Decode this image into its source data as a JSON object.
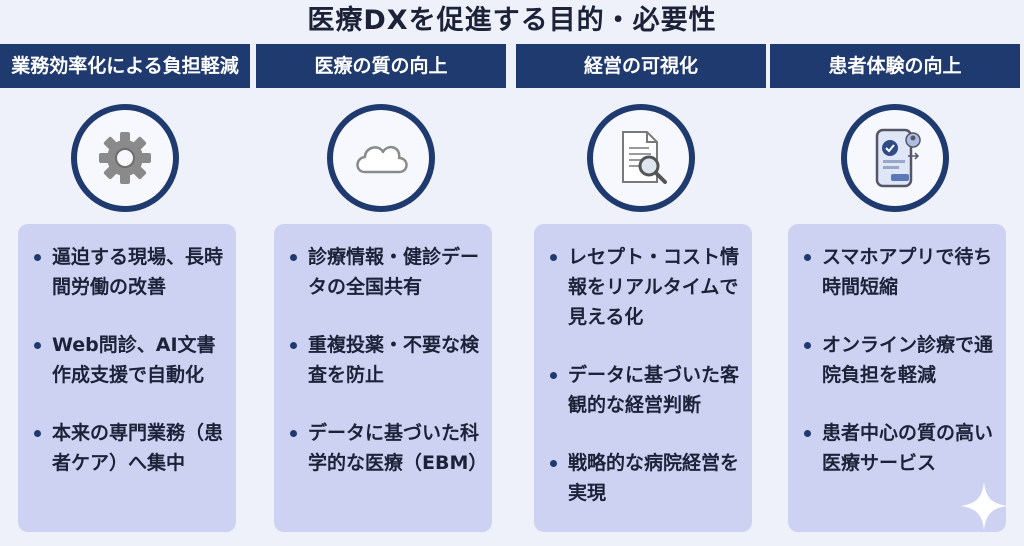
{
  "title": "医療DXを促進する目的・必要性",
  "columns": [
    {
      "header": "業務効率化による負担軽減",
      "icon": "gear-icon",
      "bullets": [
        "逼迫する現場、長時間労働の改善",
        "Web問診、AI文書作成支援で自動化",
        "本来の専門業務（患者ケア）へ集中"
      ]
    },
    {
      "header": "医療の質の向上",
      "icon": "cloud-icon",
      "bullets": [
        "診療情報・健診データの全国共有",
        "重複投薬・不要な検査を防止",
        "データに基づいた科学的な医療（EBM）"
      ]
    },
    {
      "header": "経営の可視化",
      "icon": "document-search-icon",
      "bullets": [
        "レセプト・コスト情報をリアルタイムで見える化",
        "データに基づいた客観的な経営判断",
        "戦略的な病院経営を実現"
      ]
    },
    {
      "header": "患者体験の向上",
      "icon": "smartphone-app-icon",
      "bullets": [
        "スマホアプリで待ち時間短縮",
        "オンライン診療で通院負担を軽減",
        "患者中心の質の高い医療サービス"
      ]
    }
  ],
  "colors": {
    "header_bg": "#1f3a6e",
    "card_bg": "#cdd2f2",
    "page_bg": "#eef0fa"
  }
}
